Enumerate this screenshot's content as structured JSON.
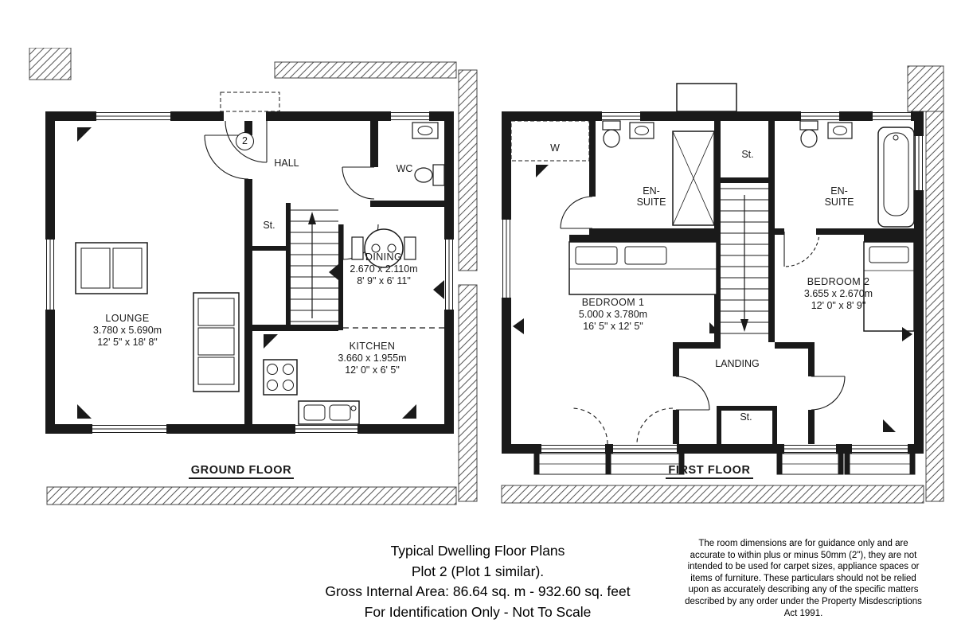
{
  "page": {
    "title_lines": [
      "Typical Dwelling Floor Plans",
      "Plot 2  (Plot 1 similar).",
      "Gross Internal Area: 86.64 sq. m - 932.60 sq. feet",
      "For Identification Only - Not To Scale"
    ],
    "disclaimer": "The room dimensions are for guidance only and are accurate to within plus or minus 50mm (2\"), they are not intended to be used for carpet sizes, appliance spaces or items of furniture. These particulars should not be relied upon as accurately describing any of the specific matters described by any order under the Property Misdescriptions Act 1991."
  },
  "ground_floor": {
    "label": "GROUND FLOOR",
    "ref_marker": "2",
    "rooms": {
      "hall": {
        "name": "HALL"
      },
      "wc": {
        "name": "WC"
      },
      "store": {
        "name": "St."
      },
      "dining": {
        "name": "DINING",
        "metric": "2.670 x 2.110m",
        "imperial": "8' 9\" x 6' 11\""
      },
      "lounge": {
        "name": "LOUNGE",
        "metric": "3.780 x 5.690m",
        "imperial": "12' 5\" x 18' 8\""
      },
      "kitchen": {
        "name": "KITCHEN",
        "metric": "3.660 x 1.955m",
        "imperial": "12' 0\" x 6' 5\""
      }
    }
  },
  "first_floor": {
    "label": "FIRST FLOOR",
    "rooms": {
      "wardrobe": {
        "name": "W"
      },
      "store_top": {
        "name": "St."
      },
      "ensuite_1": {
        "name": "EN-SUITE"
      },
      "ensuite_2": {
        "name": "EN-SUITE"
      },
      "bedroom_1": {
        "name": "BEDROOM 1",
        "metric": "5.000 x 3.780m",
        "imperial": "16' 5\" x 12' 5\""
      },
      "bedroom_2": {
        "name": "BEDROOM 2",
        "metric": "3.655 x 2.670m",
        "imperial": "12' 0\" x 8' 9\""
      },
      "landing": {
        "name": "LANDING"
      },
      "store_bottom": {
        "name": "St."
      }
    }
  }
}
